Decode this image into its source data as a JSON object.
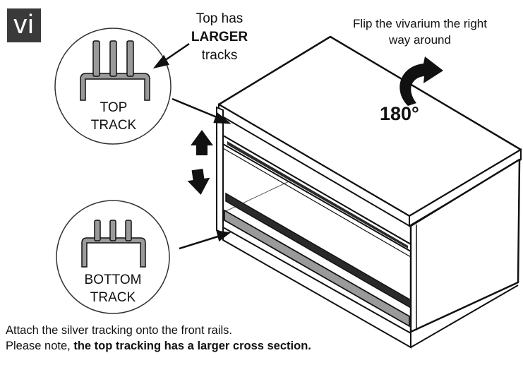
{
  "step_number": "vi",
  "callouts": {
    "top_line1": "Top has",
    "top_bold": "LARGER",
    "top_line3": "tracks",
    "flip_line1": "Flip the vivarium the right",
    "flip_line2": "way around",
    "rotation": "180°"
  },
  "tracks": {
    "top_line1": "TOP",
    "top_line2": "TRACK",
    "bottom_line1": "BOTTOM",
    "bottom_line2": "TRACK"
  },
  "caption": {
    "line1": "Attach the silver tracking onto the front rails.",
    "line2_prefix": "Please note, ",
    "line2_bold": "the top tracking has a larger cross section."
  },
  "colors": {
    "line": "#111111",
    "track_fill": "#9a9a9a",
    "rail_dark": "#2a2a2a",
    "badge": "#3a3a3a"
  },
  "icons": [
    "curved-rotate-arrow-icon",
    "up-arrow-icon",
    "down-arrow-icon"
  ]
}
